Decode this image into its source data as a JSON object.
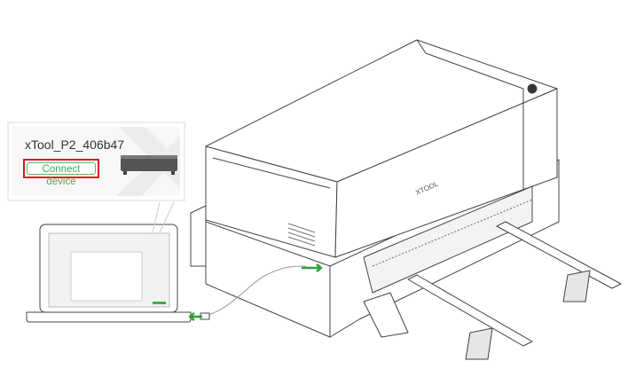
{
  "callout": {
    "device_name": "xTool_P2_406b47",
    "connect_button_label": "Connect device",
    "highlight_color": "#e0161d",
    "button_color": "#4caa4c"
  },
  "illustration": {
    "machine_logo": "XTOOL",
    "arrow_color": "#2e9e3a"
  }
}
